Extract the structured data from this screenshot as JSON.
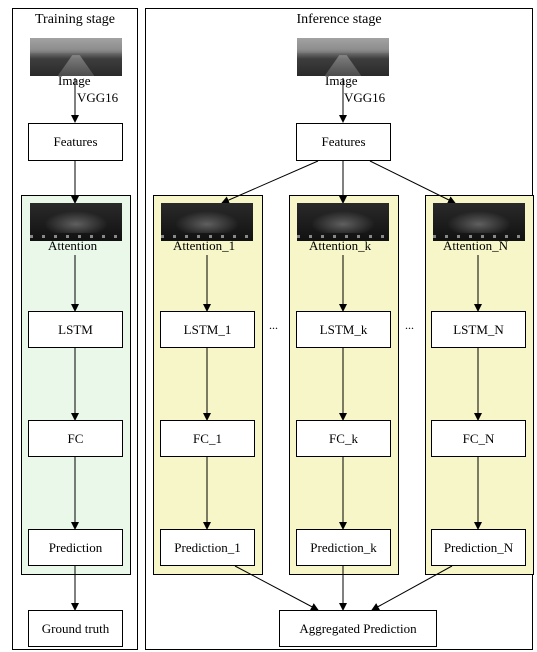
{
  "training": {
    "title": "Training stage",
    "image_label": "Image",
    "edge_label": "VGG16",
    "features": "Features",
    "attention": "Attention",
    "lstm": "LSTM",
    "fc": "FC",
    "prediction": "Prediction",
    "ground_truth": "Ground truth"
  },
  "inference": {
    "title": "Inference stage",
    "image_label": "Image",
    "edge_label": "VGG16",
    "features": "Features",
    "branches": [
      {
        "attention": "Attention_1",
        "lstm": "LSTM_1",
        "fc": "FC_1",
        "prediction": "Prediction_1"
      },
      {
        "attention": "Attention_k",
        "lstm": "LSTM_k",
        "fc": "FC_k",
        "prediction": "Prediction_k"
      },
      {
        "attention": "Attention_N",
        "lstm": "LSTM_N",
        "fc": "FC_N",
        "prediction": "Prediction_N"
      }
    ],
    "ellipsis_1": "...",
    "ellipsis_2": "...",
    "aggregated": "Aggregated Prediction"
  },
  "colors": {
    "green_panel": "#eaf8ea",
    "yellow_panel": "#f6f6c8",
    "border": "#000000"
  }
}
